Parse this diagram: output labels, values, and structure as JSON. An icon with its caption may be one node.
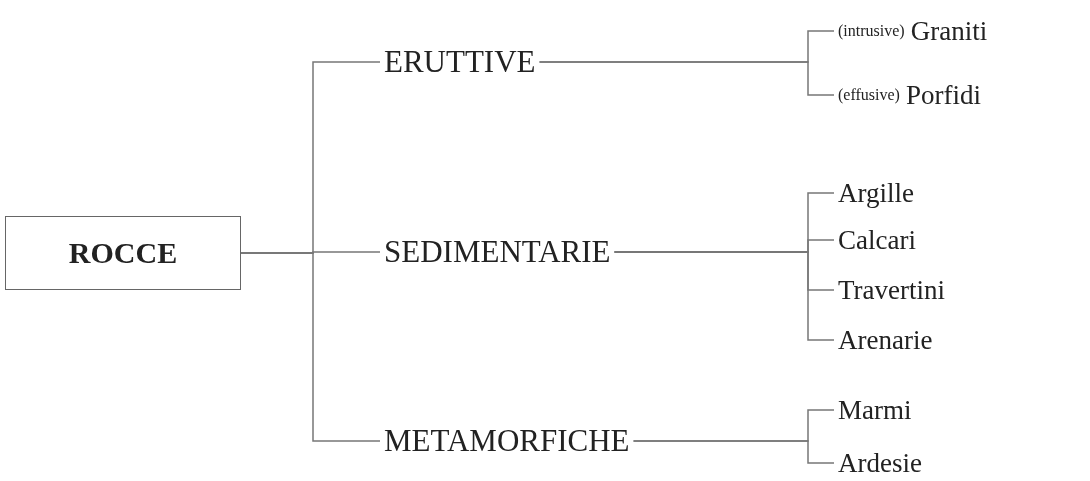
{
  "diagram": {
    "nodes": [
      {
        "text": [
          "ROCCE"
        ]
      },
      {
        "text": [
          "ERUTTIVE"
        ]
      },
      {
        "text": [
          "SEDIMENTARIE"
        ]
      },
      {
        "text": [
          "METAMORFICHE"
        ]
      },
      {
        "text": [
          "(intrusive)",
          "Graniti"
        ]
      },
      {
        "text": [
          "(effusive)",
          "Porfidi"
        ]
      },
      {
        "text": [
          "Argille"
        ]
      },
      {
        "text": [
          "Calcari"
        ]
      },
      {
        "text": [
          "Travertini"
        ]
      },
      {
        "text": [
          "Arenarie"
        ]
      },
      {
        "text": [
          "Marmi"
        ]
      },
      {
        "text": [
          "Ardesie"
        ]
      }
    ],
    "edges": [
      {
        "from": 0,
        "to": 1,
        "arrow": "none"
      },
      {
        "from": 0,
        "to": 2,
        "arrow": "none"
      },
      {
        "from": 0,
        "to": 3,
        "arrow": "none"
      },
      {
        "from": 1,
        "to": 4,
        "arrow": "none"
      },
      {
        "from": 1,
        "to": 5,
        "arrow": "none"
      },
      {
        "from": 2,
        "to": 6,
        "arrow": "none"
      },
      {
        "from": 2,
        "to": 7,
        "arrow": "none"
      },
      {
        "from": 2,
        "to": 8,
        "arrow": "none"
      },
      {
        "from": 2,
        "to": 9,
        "arrow": "none"
      },
      {
        "from": 3,
        "to": 10,
        "arrow": "none"
      },
      {
        "from": 3,
        "to": 11,
        "arrow": "none"
      }
    ]
  }
}
